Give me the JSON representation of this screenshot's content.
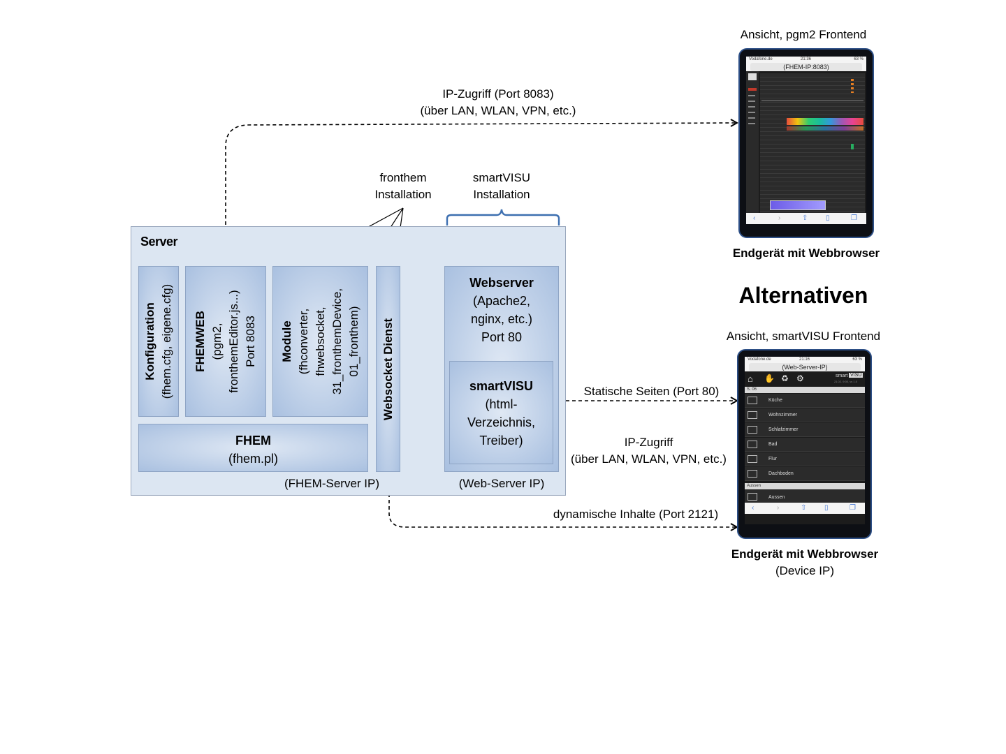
{
  "top_device": {
    "title": "Ansicht, pgm2 Frontend",
    "url": "(FHEM-IP:8083)",
    "caption": "Endgerät mit Webbrowser"
  },
  "bottom_device": {
    "title": "Ansicht, smartVISU Frontend",
    "url": "(Web-Server-IP)",
    "caption": "Endgerät mit Webbrowser",
    "sub": "(Device IP)",
    "status_left": "Vodafone.de",
    "status_time": "21:16",
    "status_right": "63 %",
    "sv_brand_a": "smart",
    "sv_brand_b": "VISU",
    "sv_date": "21.02. 9:00, vs 1.0",
    "section1": "S. 06",
    "rooms": [
      "Küche",
      "Wohnzimmer",
      "Schlafzimmer",
      "Bad",
      "Flur",
      "Dachboden"
    ],
    "section2": "Aussen",
    "room_aussen": "Aussen"
  },
  "top_status": {
    "left": "Vodafone.de",
    "time": "21:36",
    "right": "63 %"
  },
  "alternativen": "Alternativen",
  "arrows": {
    "top_line1": "IP-Zugriff (Port 8083)",
    "top_line2": "(über LAN, WLAN, VPN, etc.)",
    "static": "Statische Seiten (Port 80)",
    "ip_line1": "IP-Zugriff",
    "ip_line2": "(über LAN, WLAN, VPN, etc.)",
    "dynamic": "dynamische Inhalte (Port 2121)"
  },
  "fronthem": {
    "line1": "fronthem",
    "line2": "Installation"
  },
  "smartvisu_install": {
    "line1": "smartVISU",
    "line2": "Installation"
  },
  "server": {
    "title": "Server",
    "fhem_ip": "(FHEM-Server IP)",
    "web_ip": "(Web-Server IP)",
    "konfig": {
      "title": "Konfiguration",
      "line1": "(fhem.cfg, eigene.cfg)"
    },
    "fhemweb": {
      "title": "FHEMWEB",
      "line1": "(pgm2,",
      "line2": "fronthemEditor.js...)",
      "line3": "Port 8083"
    },
    "module": {
      "title": "Module",
      "line1": "(fhconverter,",
      "line2": "fhwebsocket,",
      "line3": "31_fronthemDevice,",
      "line4": "01_fronthem)"
    },
    "websocket": {
      "title": "Websocket Dienst"
    },
    "fhem": {
      "title": "FHEM",
      "line1": "(fhem.pl)"
    },
    "webserver": {
      "title": "Webserver",
      "line1": "(Apache2,",
      "line2": "nginx, etc.)",
      "line3": "Port 80"
    },
    "smartvisu": {
      "title": "smartVISU",
      "line1": "(html-",
      "line2": "Verzeichnis,",
      "line3": "Treiber)"
    }
  }
}
